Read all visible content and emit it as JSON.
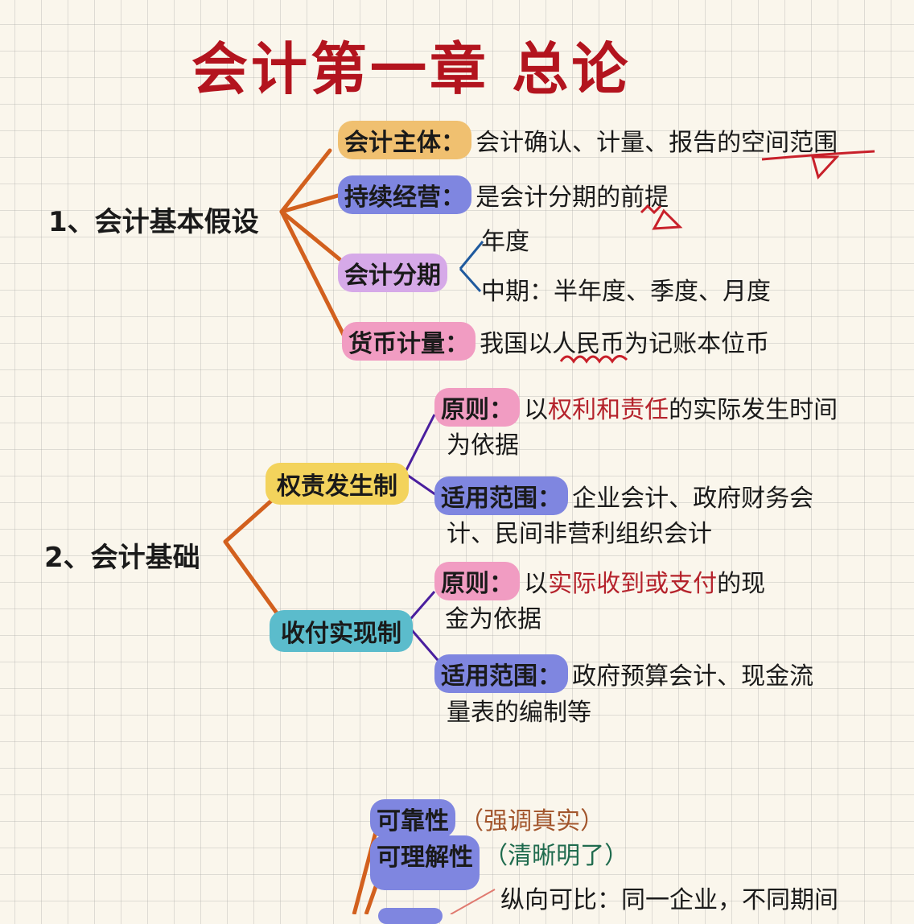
{
  "title": "会计第一章  总论",
  "colors": {
    "title": "#b3141e",
    "branch_orange": "#d2601e",
    "branch_purple": "#4a1f9e",
    "branch_blue": "#1f5a9e",
    "tag_orange": "#f0c070",
    "tag_blue": "#7f86e0",
    "tag_purple": "#d6a9e8",
    "tag_pink": "#f19cc2",
    "tag_yellow": "#f3d35c",
    "tag_cyan": "#5bbccc",
    "highlight_red": "#b5232c"
  },
  "section1": {
    "heading": "1、会计基本假设",
    "items": [
      {
        "tag": "会计主体：",
        "text": "会计确认、计量、报告的空间范围"
      },
      {
        "tag": "持续经营：",
        "text": "是会计分期的前提"
      },
      {
        "tag": "会计分期",
        "sub": [
          "年度",
          "中期：半年度、季度、月度"
        ]
      },
      {
        "tag": "货币计量：",
        "text": "我国以人民币为记账本位币"
      }
    ]
  },
  "section2": {
    "heading": "2、会计基础",
    "branches": [
      {
        "tag": "权责发生制",
        "principle_tag": "原则：",
        "principle_pre": "以",
        "principle_highlight": "权利和责任",
        "principle_post": "的实际发生时间",
        "principle_line2": "为依据",
        "scope_tag": "适用范围：",
        "scope_line1": "企业会计、政府财务会",
        "scope_line2": "计、民间非营利组织会计"
      },
      {
        "tag": "收付实现制",
        "principle_tag": "原则：",
        "principle_pre": "以",
        "principle_highlight": "实际收到或支付",
        "principle_post": "的现",
        "principle_line2": "金为依据",
        "scope_tag": "适用范围：",
        "scope_line1": "政府预算会计、现金流",
        "scope_line2": "量表的编制等"
      }
    ]
  },
  "section3": {
    "items": [
      {
        "tag": "可靠性",
        "note": "（强调真实）"
      },
      {
        "tag": "可理解性",
        "note": "（清晰明了）"
      }
    ],
    "comparability": "纵向可比：同一企业，不同期间"
  }
}
